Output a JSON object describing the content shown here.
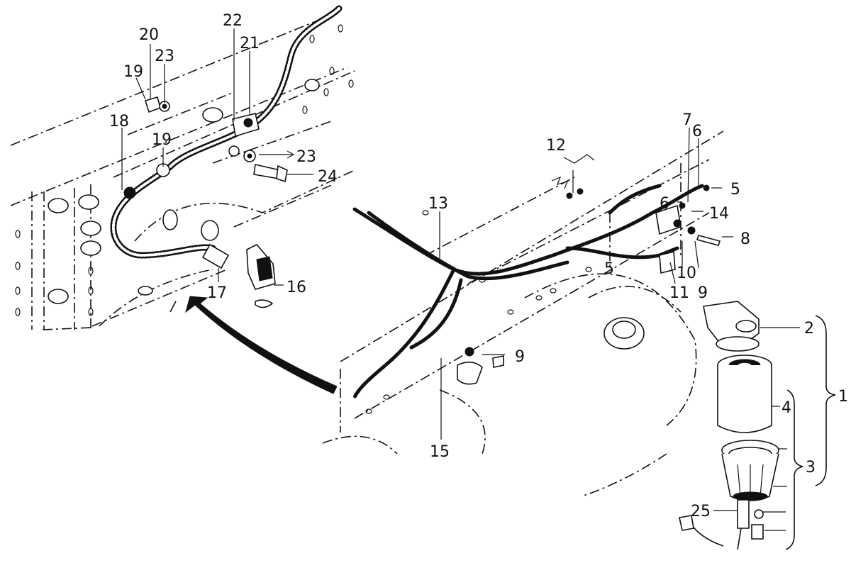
{
  "callouts": {
    "c1": "1",
    "c2": "2",
    "c3": "3",
    "c4": "4",
    "c5a": "5",
    "c5b": "5",
    "c6a": "6",
    "c6b": "6",
    "c7": "7",
    "c8": "8",
    "c9a": "9",
    "c9b": "9",
    "c10": "10",
    "c11": "11",
    "c12": "12",
    "c13": "13",
    "c14": "14",
    "c15": "15",
    "c16": "16",
    "c17": "17",
    "c18": "18",
    "c19a": "19",
    "c19b": "19",
    "c20": "20",
    "c21": "21",
    "c22": "22",
    "c23a": "23",
    "c23b": "23",
    "c24": "24",
    "c25": "25"
  },
  "colors": {
    "ink": "#111111",
    "paper": "#ffffff"
  }
}
